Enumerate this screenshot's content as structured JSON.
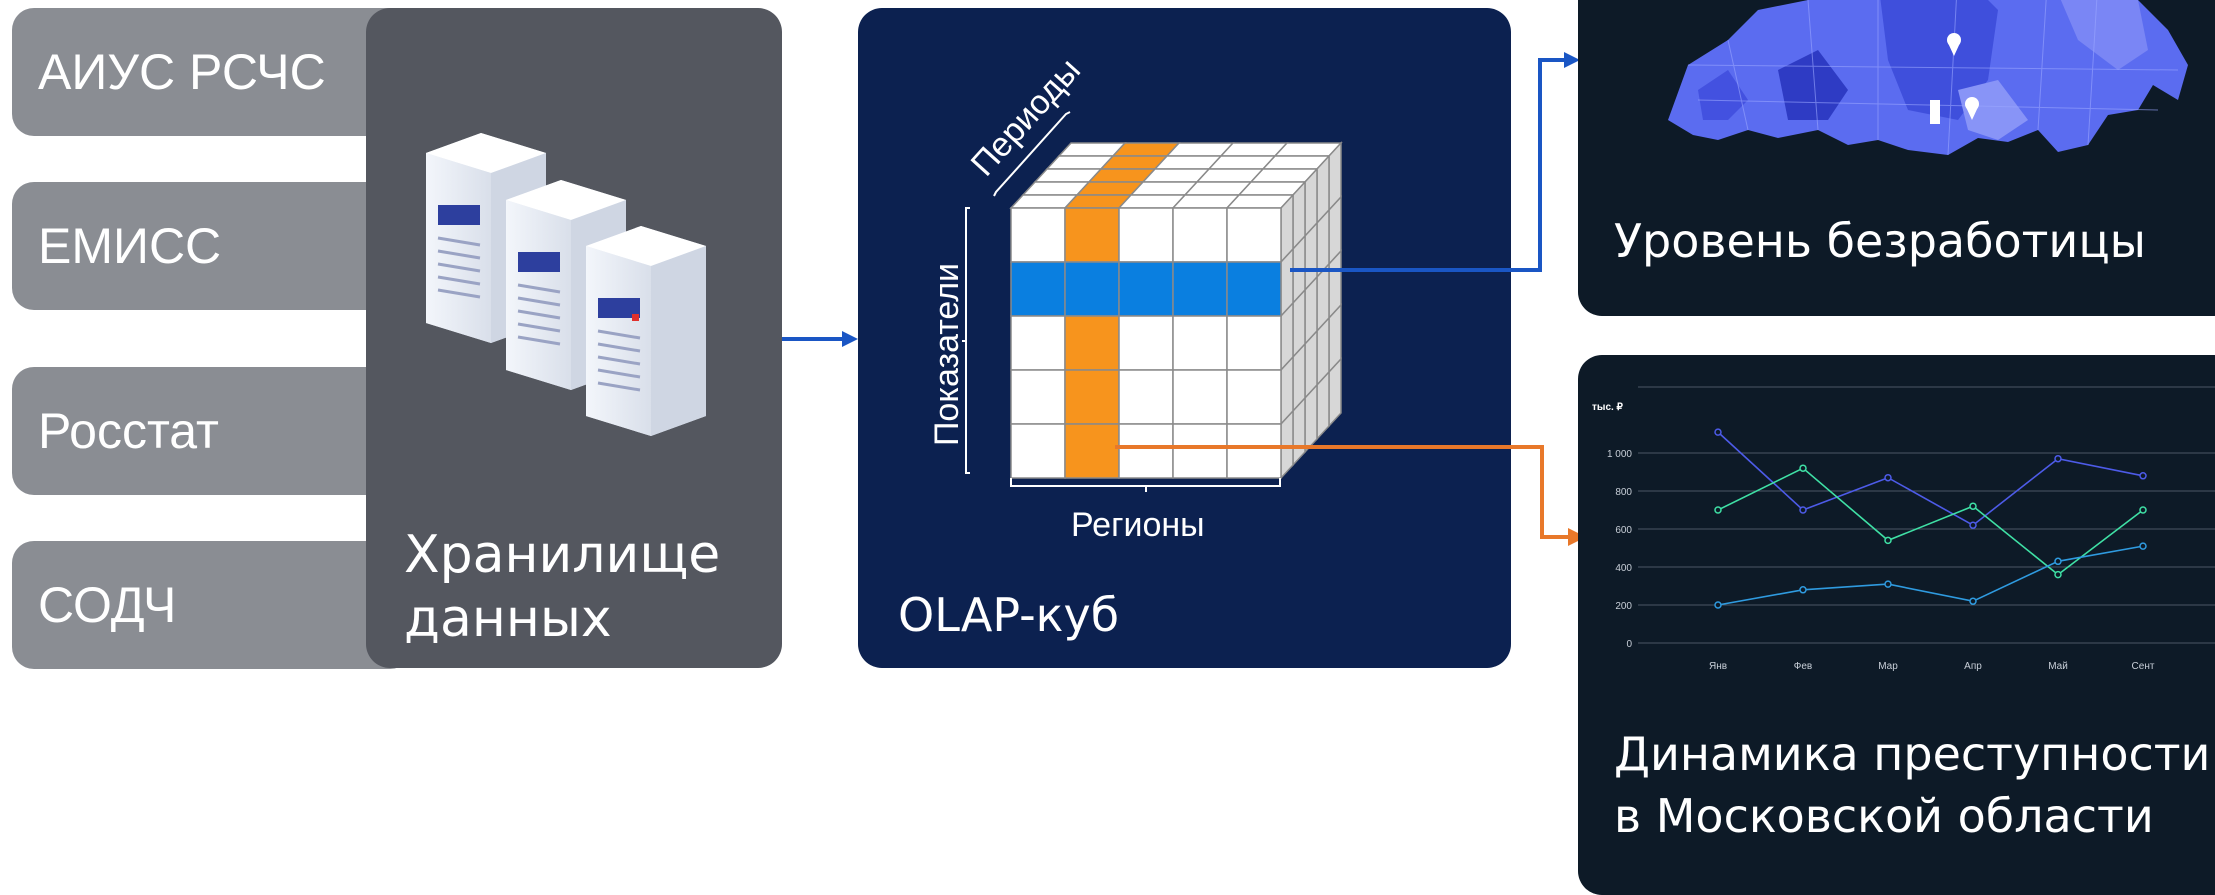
{
  "sources": [
    {
      "label": "АИУС РСЧС"
    },
    {
      "label": "ЕМИСС"
    },
    {
      "label": "Росстат"
    },
    {
      "label": "СОДЧ"
    }
  ],
  "storage": {
    "label_line1": "Хранилище",
    "label_line2": "данных"
  },
  "olap": {
    "title": "OLAP-куб",
    "axis_periods": "Периоды",
    "axis_indicators": "Показатели",
    "axis_regions": "Регионы"
  },
  "map_panel": {
    "title": "Уровень безработицы"
  },
  "chart_panel": {
    "title_line1": "Динамика преступности",
    "title_line2": "в Московской области"
  },
  "colors": {
    "row_highlight": "#0a7fe0",
    "col_highlight": "#f7941d",
    "arrow_blue": "#1a56c4",
    "arrow_orange": "#e8782a"
  },
  "chart_data": {
    "type": "line",
    "unit_label": "тыс. ₽",
    "categories": [
      "Янв",
      "Фев",
      "Мар",
      "Апр",
      "Май",
      "Сент"
    ],
    "y_ticks": [
      "0",
      "200",
      "400",
      "600",
      "800",
      "1 000"
    ],
    "ylim": [
      0,
      1200
    ],
    "grid": true,
    "series": [
      {
        "values": [
          1110,
          700,
          870,
          620,
          970,
          880
        ],
        "color": "#4d5be8"
      },
      {
        "values": [
          700,
          920,
          540,
          720,
          360,
          700
        ],
        "color": "#3fe0a5"
      },
      {
        "values": [
          200,
          280,
          310,
          220,
          430,
          510
        ],
        "color": "#2f9be0"
      }
    ]
  }
}
